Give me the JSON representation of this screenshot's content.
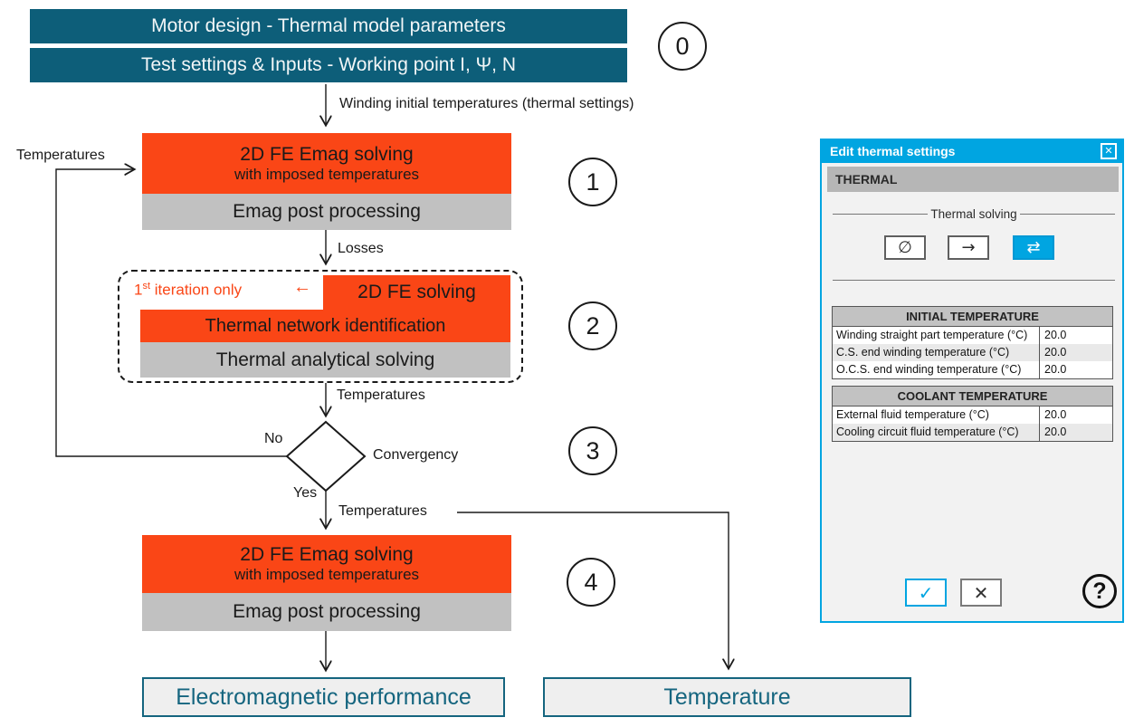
{
  "diagram": {
    "top_boxes": [
      {
        "label": "Motor design - Thermal model parameters"
      },
      {
        "label": "Test settings & Inputs - Working point I, Ψ, N"
      }
    ],
    "badges": [
      "0",
      "1",
      "2",
      "3",
      "4"
    ],
    "labels": {
      "initial_temps": "Winding initial temperatures (thermal settings)",
      "losses": "Losses",
      "temperatures_left": "Temperatures",
      "temperatures_mid": "Temperatures",
      "temperatures_out": "Temperatures",
      "no": "No",
      "yes": "Yes",
      "convergency": "Convergency"
    },
    "stage1": {
      "line1": "2D FE Emag solving",
      "line2": "with imposed temperatures",
      "post": "Emag post processing"
    },
    "stage2": {
      "note_prefix": "1",
      "note_sup": "st",
      "note_rest": " iteration only",
      "note_arrow": "←",
      "fe_solving": "2D FE solving",
      "network": "Thermal network identification",
      "analytical": "Thermal analytical solving"
    },
    "stage4": {
      "line1": "2D FE Emag solving",
      "line2": "with imposed temperatures",
      "post": "Emag post processing"
    },
    "outputs": {
      "em_performance": "Electromagnetic performance",
      "temperature": "Temperature"
    }
  },
  "dialog": {
    "title": "Edit thermal settings",
    "close_glyph": "✕",
    "section_header": "THERMAL",
    "group_label": "Thermal solving",
    "solving_buttons": [
      {
        "name": "no-thermal-solving",
        "glyph": "∅",
        "active": false
      },
      {
        "name": "one-directional-solving",
        "glyph": "→",
        "active": false
      },
      {
        "name": "bi-directional-solving",
        "glyph": "⇄",
        "active": true
      }
    ],
    "initial_table": {
      "header": "INITIAL TEMPERATURE",
      "rows": [
        {
          "label": "Winding straight part temperature (°C)",
          "value": "20.0"
        },
        {
          "label": "C.S. end winding temperature (°C)",
          "value": "20.0"
        },
        {
          "label": "O.C.S. end winding temperature (°C)",
          "value": "20.0"
        }
      ]
    },
    "coolant_table": {
      "header": "COOLANT TEMPERATURE",
      "rows": [
        {
          "label": "External fluid temperature (°C)",
          "value": "20.0"
        },
        {
          "label": "Cooling circuit fluid temperature (°C)",
          "value": "20.0"
        }
      ]
    },
    "ok_glyph": "✓",
    "cancel_glyph": "✕",
    "help_glyph": "?"
  },
  "colors": {
    "accent_blue": "#00a5e1",
    "brand_orange": "#fa4616",
    "brand_teal": "#0d5e79",
    "block_gray": "#c1c1c1",
    "header_gray": "#b6b6b6",
    "row_alt_gray": "#e9e9e9",
    "output_teal": "#15657f"
  }
}
